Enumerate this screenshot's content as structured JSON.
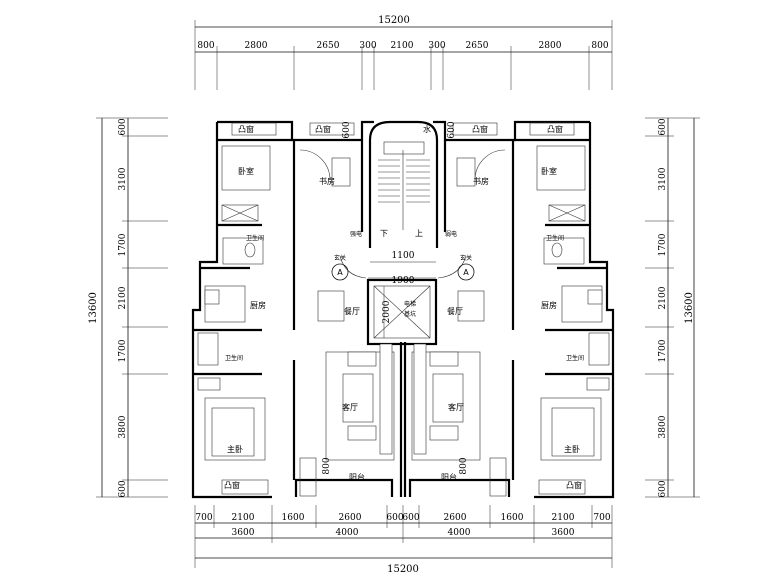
{
  "dimensions": {
    "top_total": "15200",
    "top_segments": [
      "800",
      "2800",
      "2650",
      "300",
      "2100",
      "300",
      "2650",
      "2800",
      "800"
    ],
    "bottom_segments": [
      "700",
      "2100",
      "1600",
      "2600",
      "600",
      "600",
      "2600",
      "1600",
      "2100",
      "700"
    ],
    "bottom_groups": [
      "3600",
      "4000",
      "4000",
      "3600"
    ],
    "bottom_total": "15200",
    "left_segments": [
      "600",
      "3100",
      "1700",
      "2100",
      "1700",
      "3800",
      "600"
    ],
    "left_total": "13600",
    "right_segments": [
      "600",
      "3100",
      "1700",
      "2100",
      "1700",
      "3800",
      "600"
    ],
    "right_total": "13600",
    "inner": {
      "corridor_width": "1100",
      "elevator_width": "1900",
      "elevator_depth": "2000",
      "balcony_left": "800",
      "balcony_right": "800",
      "window_left": "600",
      "window_right": "600"
    }
  },
  "rooms": {
    "bay_window": "凸窗",
    "bedroom": "卧室",
    "study": "书房",
    "bathroom": "卫生间",
    "kitchen": "厨房",
    "dining": "餐厅",
    "living": "客厅",
    "master": "主卧",
    "balcony": "阳台",
    "foyer": "玄关",
    "elevator": "电梯\n基坑",
    "elevator_line1": "电梯",
    "elevator_line2": "基坑",
    "strong_elec": "强电",
    "weak_elec": "弱电",
    "water": "水",
    "stair_down": "下",
    "stair_up": "上",
    "unit_mark": "A"
  }
}
